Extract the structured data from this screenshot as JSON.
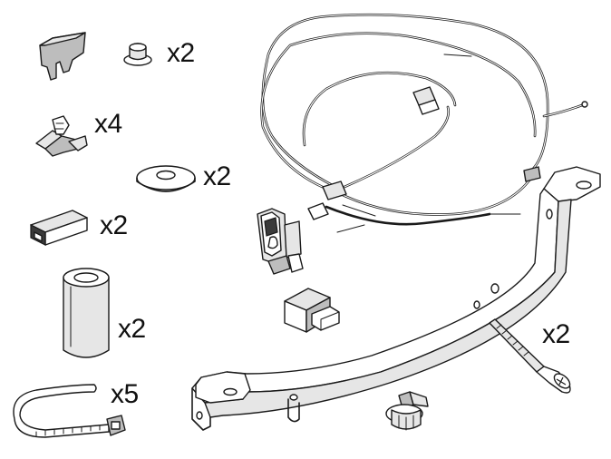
{
  "parts": [
    {
      "name": "fuse",
      "quantity": ""
    },
    {
      "name": "grommet-cap",
      "quantity": "x2"
    },
    {
      "name": "terminal-connector",
      "quantity": "x4"
    },
    {
      "name": "washer",
      "quantity": "x2"
    },
    {
      "name": "connector-block",
      "quantity": "x2"
    },
    {
      "name": "spacer-sleeve",
      "quantity": "x2"
    },
    {
      "name": "cable-tie",
      "quantity": "x5"
    },
    {
      "name": "wiring-harness",
      "quantity": ""
    },
    {
      "name": "switch",
      "quantity": ""
    },
    {
      "name": "relay",
      "quantity": ""
    },
    {
      "name": "mounting-bracket",
      "quantity": ""
    },
    {
      "name": "screw",
      "quantity": "x2"
    },
    {
      "name": "flange-bolt",
      "quantity": ""
    }
  ]
}
